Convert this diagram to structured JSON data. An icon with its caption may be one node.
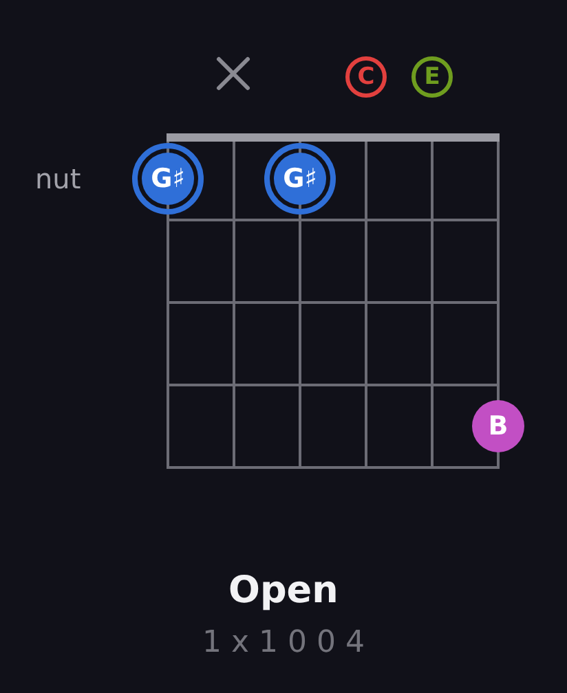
{
  "diagram": {
    "title": "Open",
    "nodes": [
      {
        "text": [
          "C"
        ]
      },
      {
        "text": [
          "E"
        ]
      },
      {
        "text": [
          "G♯"
        ]
      },
      {
        "text": [
          "G♯"
        ]
      },
      {
        "text": [
          "B"
        ]
      }
    ],
    "labels": [
      "nut",
      "1 x 1 0 0 4"
    ]
  }
}
